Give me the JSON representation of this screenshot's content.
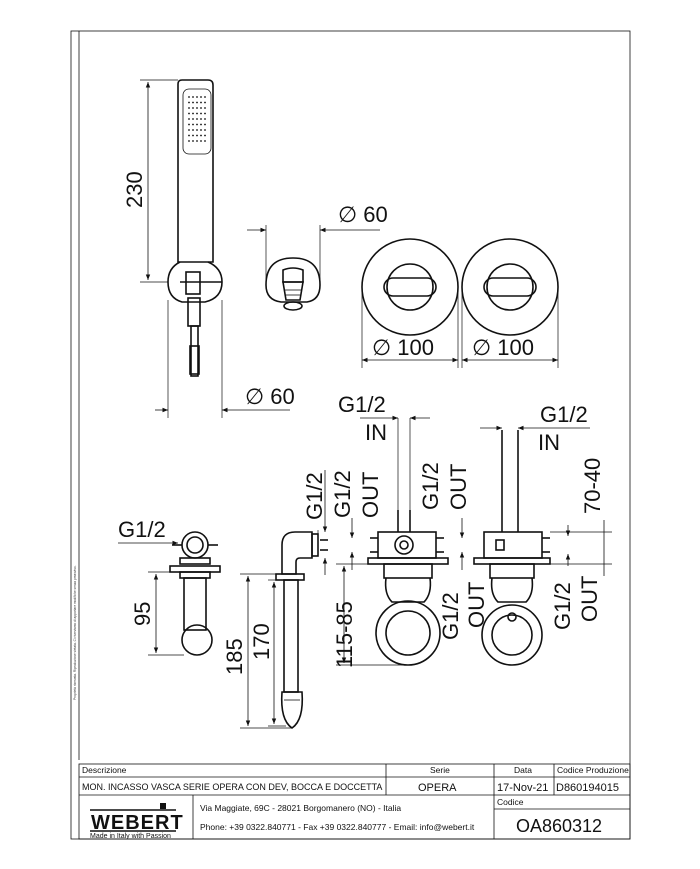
{
  "side_note": "Proprietà riservata. Riproduzione vietata. Ci riserviamo di apportare modifiche senza preavviso.",
  "dims": {
    "hand_shower_height": "230",
    "diam_60_top": "∅ 60",
    "diam_100_left": "∅ 100",
    "diam_100_right": "∅ 100",
    "diam_60_bottom": "∅ 60",
    "g12_in_left_top": "G1/2",
    "in_left": "IN",
    "g12_in_right_top": "G1/2",
    "in_right": "IN",
    "range_70_40": "70-40",
    "g12_left_small": "G1/2",
    "g12_out_a": "G1/2",
    "out_a": "OUT",
    "g12_out_b": "G1/2",
    "out_b": "OUT",
    "g12_out_c": "G1/2",
    "out_c": "OUT",
    "g12_out_d": "G1/2",
    "out_d": "OUT",
    "g12_side": "G1/2",
    "depth_95": "95",
    "depth_185": "185",
    "depth_170": "170",
    "range_115_85": "115-85"
  },
  "title_block": {
    "descrizione_label": "Descrizione",
    "descrizione_value": "MON. INCASSO VASCA SERIE OPERA CON DEV, BOCCA E DOCCETTA",
    "serie_label": "Serie",
    "serie_value": "OPERA",
    "data_label": "Data",
    "data_value": "17-Nov-21",
    "codice_produzione_label": "Codice Produzione",
    "codice_produzione_value": "D860194015",
    "codice_label": "Codice",
    "codice_value": "OA860312",
    "brand": "WEBERT",
    "tagline": "Made in Italy with Passion",
    "address": "Via Maggiate, 69C - 28021 Borgomanero (NO) - Italia",
    "contacts": "Phone: +39 0322.840771 - Fax +39 0322.840777 - Email: info@webert.it"
  },
  "colors": {
    "ink": "#111111",
    "paper": "#ffffff"
  }
}
